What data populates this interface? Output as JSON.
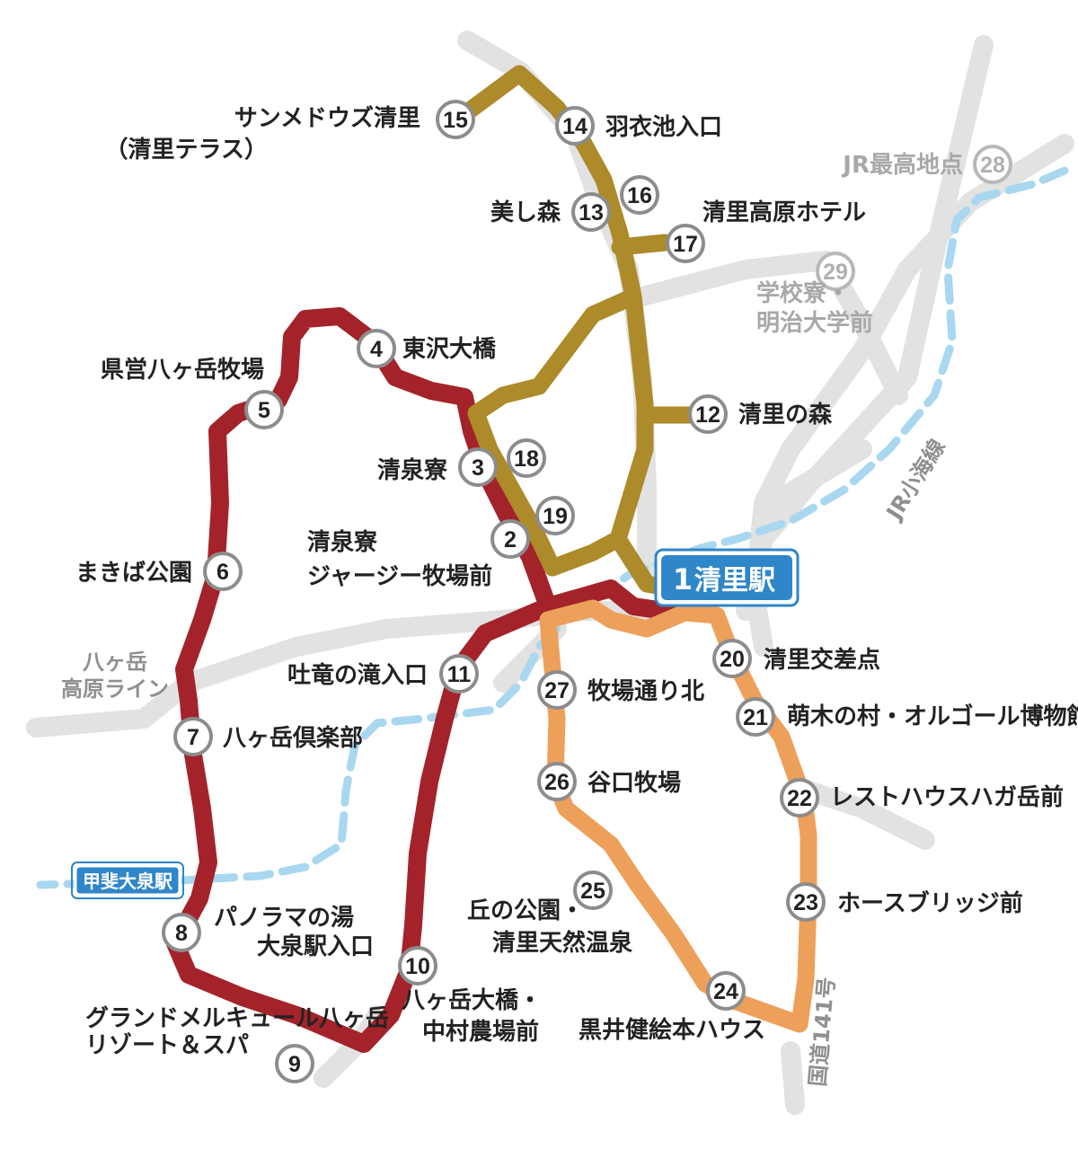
{
  "colors": {
    "route_red": "#a4232a",
    "route_gold": "#ad8a2a",
    "route_orange": "#eda05a",
    "jr_line": "#a9d7f0",
    "road": "#e2e2e2",
    "station_badge": "#2f86c8"
  },
  "main_station": {
    "number": "1",
    "name": "清里駅"
  },
  "koumi_station": {
    "name": "甲斐大泉駅"
  },
  "roads": {
    "yatsugatake_kogen_line": [
      "八ヶ岳",
      "高原ライン"
    ],
    "route141": "国道141号",
    "jr_koumi": "JR小海線"
  },
  "stops": {
    "s2": {
      "number": "2",
      "lines": [
        "清泉寮",
        "ジャージー牧場前"
      ]
    },
    "s3": {
      "number": "3",
      "lines": [
        "清泉寮"
      ]
    },
    "s4": {
      "number": "4",
      "lines": [
        "東沢大橋"
      ]
    },
    "s5": {
      "number": "5",
      "lines": [
        "県営八ヶ岳牧場"
      ]
    },
    "s6": {
      "number": "6",
      "lines": [
        "まきば公園"
      ]
    },
    "s7": {
      "number": "7",
      "lines": [
        "八ヶ岳倶楽部"
      ]
    },
    "s8": {
      "number": "8",
      "lines": [
        "パノラマの湯",
        "大泉駅入口"
      ]
    },
    "s9": {
      "number": "9",
      "lines": [
        "グランドメルキュール八ヶ岳",
        "リゾート＆スパ"
      ]
    },
    "s10": {
      "number": "10",
      "lines": [
        "八ヶ岳大橋・",
        "中村農場前"
      ]
    },
    "s11": {
      "number": "11",
      "lines": [
        "吐竜の滝入口"
      ]
    },
    "s12": {
      "number": "12",
      "lines": [
        "清里の森"
      ]
    },
    "s13": {
      "number": "13",
      "lines": [
        "美し森"
      ]
    },
    "s14": {
      "number": "14",
      "lines": [
        "羽衣池入口"
      ]
    },
    "s15": {
      "number": "15",
      "lines": [
        "サンメドウズ清里",
        "（清里テラス）"
      ]
    },
    "s16": {
      "number": "16",
      "lines": []
    },
    "s17": {
      "number": "17",
      "lines": [
        "清里高原ホテル"
      ]
    },
    "s18": {
      "number": "18",
      "lines": []
    },
    "s19": {
      "number": "19",
      "lines": []
    },
    "s20": {
      "number": "20",
      "lines": [
        "清里交差点"
      ]
    },
    "s21": {
      "number": "21",
      "lines": [
        "萌木の村・オルゴール博物館"
      ]
    },
    "s22": {
      "number": "22",
      "lines": [
        "レストハウスハガ岳前"
      ]
    },
    "s23": {
      "number": "23",
      "lines": [
        "ホースブリッジ前"
      ]
    },
    "s24": {
      "number": "24",
      "lines": [
        "黒井健絵本ハウス"
      ]
    },
    "s25": {
      "number": "25",
      "lines": [
        "丘の公園・",
        "清里天然温泉"
      ]
    },
    "s26": {
      "number": "26",
      "lines": [
        "谷口牧場"
      ]
    },
    "s27": {
      "number": "27",
      "lines": [
        "牧場通り北"
      ]
    },
    "s28": {
      "number": "28",
      "lines": [
        "JR最高地点"
      ]
    },
    "s29": {
      "number": "29",
      "lines": [
        "学校寮・",
        "明治大学前"
      ]
    }
  }
}
